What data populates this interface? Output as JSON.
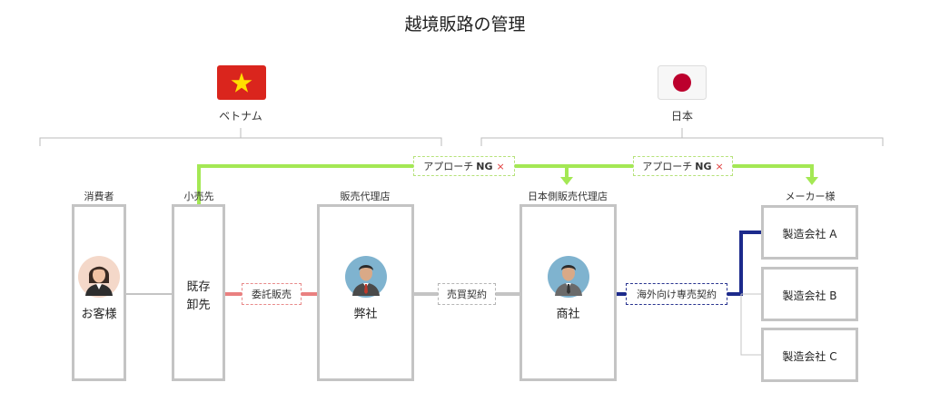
{
  "title": "越境販路の管理",
  "regions": {
    "vietnam": {
      "label": "ベトナム",
      "flag_icon": "vietnam-flag-icon"
    },
    "japan": {
      "label": "日本",
      "flag_icon": "japan-flag-icon"
    }
  },
  "columns": {
    "consumer": "消費者",
    "retailer": "小売先",
    "sales_agent": "販売代理店",
    "jp_agent": "日本側販売代理店",
    "maker": "メーカー様"
  },
  "boxes": {
    "consumer": "お客様",
    "retailer_line1": "既存",
    "retailer_line2": "卸先",
    "sales_agent": "弊社",
    "jp_agent": "商社",
    "maker_a": "製造会社 A",
    "maker_b": "製造会社 B",
    "maker_c": "製造会社 C"
  },
  "tags": {
    "consignment": "委託販売",
    "sales_contract": "売買契約",
    "export_contract": "海外向け専売契約",
    "approach_text": "アプローチ",
    "approach_ng": "NG",
    "approach_x": "×"
  },
  "colors": {
    "green": "#a4e854",
    "navy": "#1c2a8c",
    "red": "#e98080",
    "gray": "#c4c4c4",
    "flag_red": "#da251d",
    "flag_yellow": "#ffde00",
    "japan_red": "#bc002d"
  }
}
